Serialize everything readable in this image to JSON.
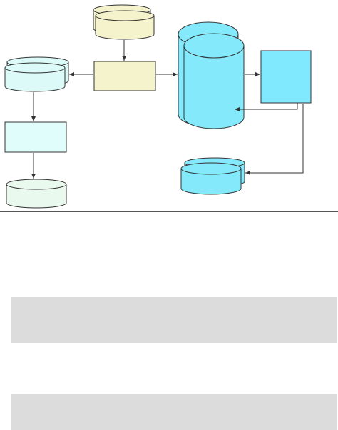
{
  "colors": {
    "cream_fill": "#f5f3cc",
    "pale_cyan_fill": "#dcfbf8",
    "light_cyan_fill": "#e0fdfb",
    "mint_fill": "#eaf9ee",
    "blue_fill": "#83e9fb",
    "blue_box_fill": "#80e9fd",
    "stroke": "#333333",
    "divider": "#555555",
    "panel_gray": "#dcdcdc"
  },
  "diagram": {
    "shapes": [
      {
        "name": "cream-disk-stack",
        "kind": "stacked-disk",
        "fill": "cream_fill"
      },
      {
        "name": "process-box-center",
        "kind": "box",
        "fill": "cream_fill"
      },
      {
        "name": "left-disk-stack",
        "kind": "stacked-disk",
        "fill": "pale_cyan_fill"
      },
      {
        "name": "left-process-box",
        "kind": "box",
        "fill": "light_cyan_fill"
      },
      {
        "name": "left-bottom-disk",
        "kind": "disk",
        "fill": "mint_fill"
      },
      {
        "name": "large-cylinder-stack",
        "kind": "stacked-cylinder",
        "fill": "blue_fill"
      },
      {
        "name": "right-process-box",
        "kind": "box",
        "fill": "blue_box_fill"
      },
      {
        "name": "right-bottom-disk-stack",
        "kind": "stacked-disk",
        "fill": "blue_fill"
      }
    ],
    "connectors": [
      {
        "name": "arrow-cream-disk-to-center-box",
        "from": "cream-disk-stack",
        "to": "process-box-center"
      },
      {
        "name": "arrow-center-box-to-left-disk",
        "from": "process-box-center",
        "to": "left-disk-stack"
      },
      {
        "name": "arrow-center-box-to-cylinder",
        "from": "process-box-center",
        "to": "large-cylinder-stack"
      },
      {
        "name": "arrow-left-disk-to-left-box",
        "from": "left-disk-stack",
        "to": "left-process-box"
      },
      {
        "name": "arrow-left-box-to-bottom-disk",
        "from": "left-process-box",
        "to": "left-bottom-disk"
      },
      {
        "name": "arrow-cylinder-to-right-box",
        "from": "large-cylinder-stack",
        "to": "right-process-box"
      },
      {
        "name": "arrow-right-box-to-cylinder",
        "from": "right-process-box",
        "to": "large-cylinder-stack"
      },
      {
        "name": "arrow-right-box-to-bottom-disk",
        "from": "right-process-box",
        "to": "right-bottom-disk-stack"
      }
    ]
  },
  "panels": [
    {
      "name": "gray-panel-1"
    },
    {
      "name": "gray-panel-2"
    }
  ]
}
